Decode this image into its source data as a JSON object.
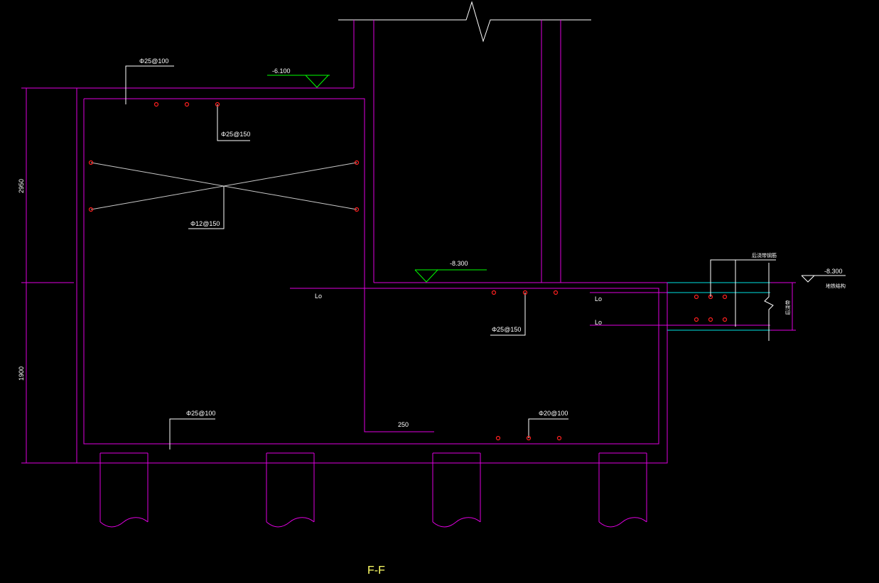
{
  "drawing": {
    "section_title": "F-F",
    "colors": {
      "outline": "#e000e0",
      "leader": "#ffffff",
      "rebar": "#ff2020",
      "level_marker": "#00ff00",
      "waterstop": "#00e0e0",
      "title": "#ffff66"
    },
    "levels": {
      "top_slab": "-6.100",
      "pit_bottom": "-8.300",
      "right_structure": "-8.300"
    },
    "rebar_labels": {
      "top_outer": "Φ25@100",
      "top_inner": "Φ25@150",
      "wall_cross": "Φ12@150",
      "step_top": "Φ25@150",
      "bottom_left": "Φ25@100",
      "bottom_right": "Φ20@100"
    },
    "anchorage_labels": {
      "left_step": "Lo",
      "right_upper": "Lo",
      "right_lower": "Lo"
    },
    "dimensions": {
      "upper_height": "2950",
      "lower_height": "1900",
      "step_offset": "250"
    },
    "right_notes": {
      "note_top": "后浇带钢筋",
      "note_level": "地铁结构",
      "note_vertical": "后浇带"
    }
  }
}
